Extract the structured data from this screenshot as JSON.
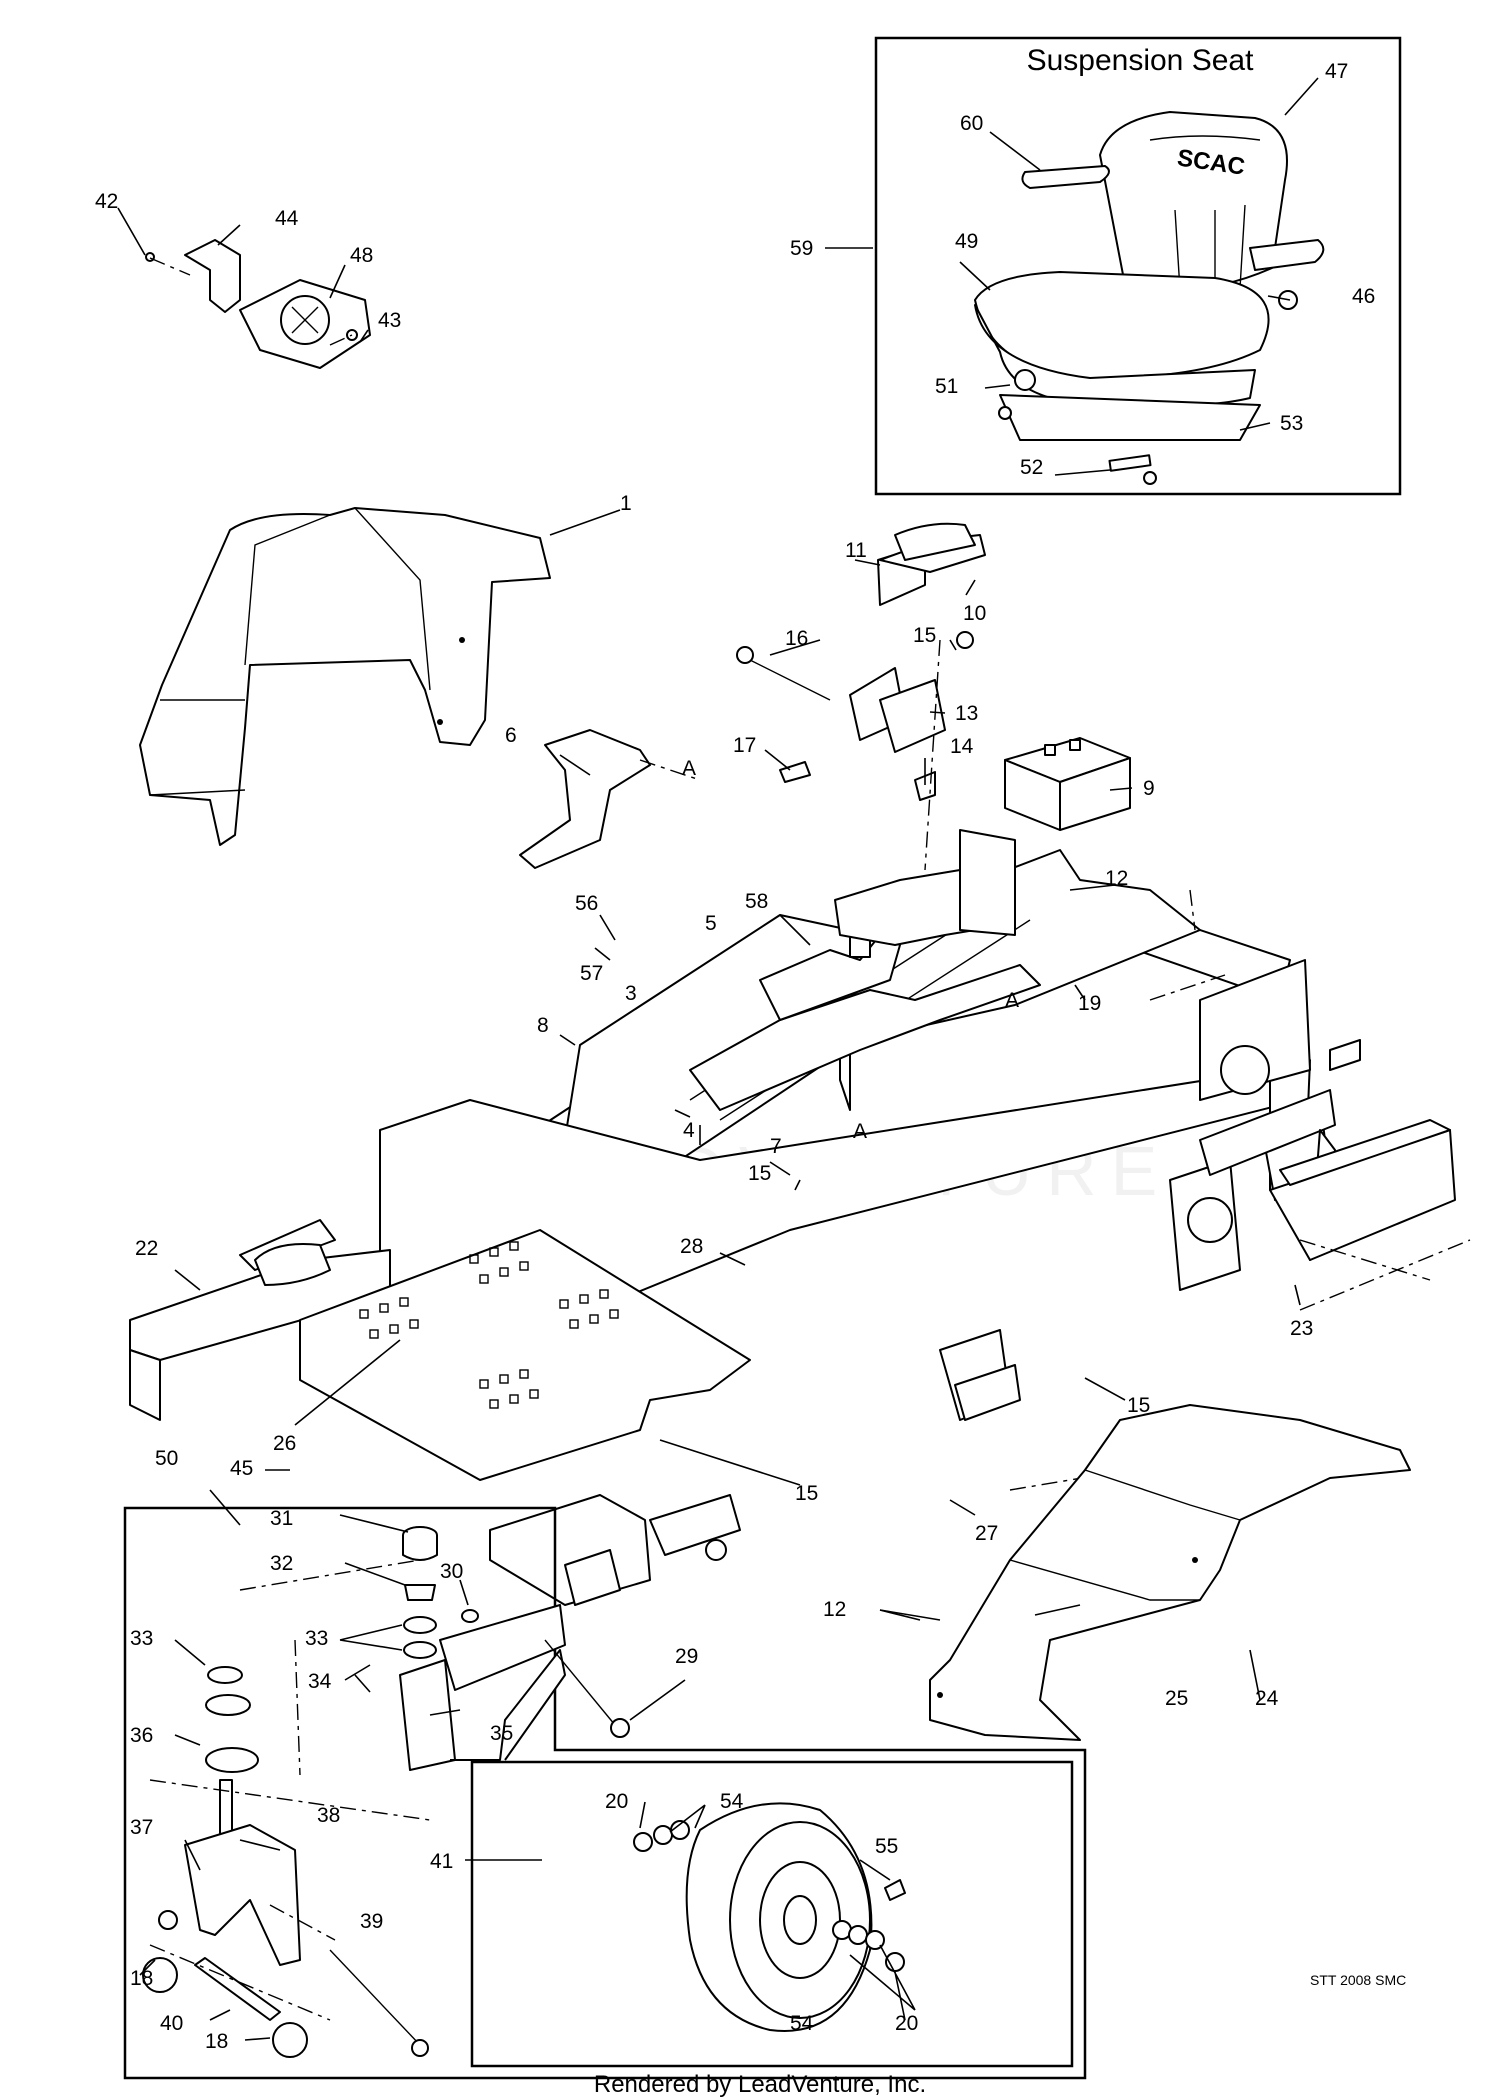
{
  "diagram": {
    "inset_title": "Suspension Seat",
    "watermark": "LEADVENTURE",
    "footer_code": "STT 2008 SMC",
    "render_credit": "Rendered by LeadVenture, Inc.",
    "seat_logo_text": "SCAC",
    "reference_mark": "A",
    "callouts": [
      "42",
      "44",
      "48",
      "43",
      "60",
      "47",
      "59",
      "49",
      "46",
      "51",
      "53",
      "52",
      "1",
      "11",
      "10",
      "16",
      "15",
      "13",
      "17",
      "14",
      "9",
      "6",
      "12",
      "56",
      "58",
      "5",
      "57",
      "3",
      "19",
      "8",
      "4",
      "7",
      "15",
      "22",
      "28",
      "23",
      "15",
      "26",
      "15",
      "50",
      "45",
      "27",
      "31",
      "32",
      "30",
      "33",
      "33",
      "34",
      "35",
      "29",
      "12",
      "25",
      "24",
      "36",
      "37",
      "38",
      "41",
      "20",
      "54",
      "55",
      "18",
      "39",
      "40",
      "18",
      "54",
      "20"
    ]
  }
}
